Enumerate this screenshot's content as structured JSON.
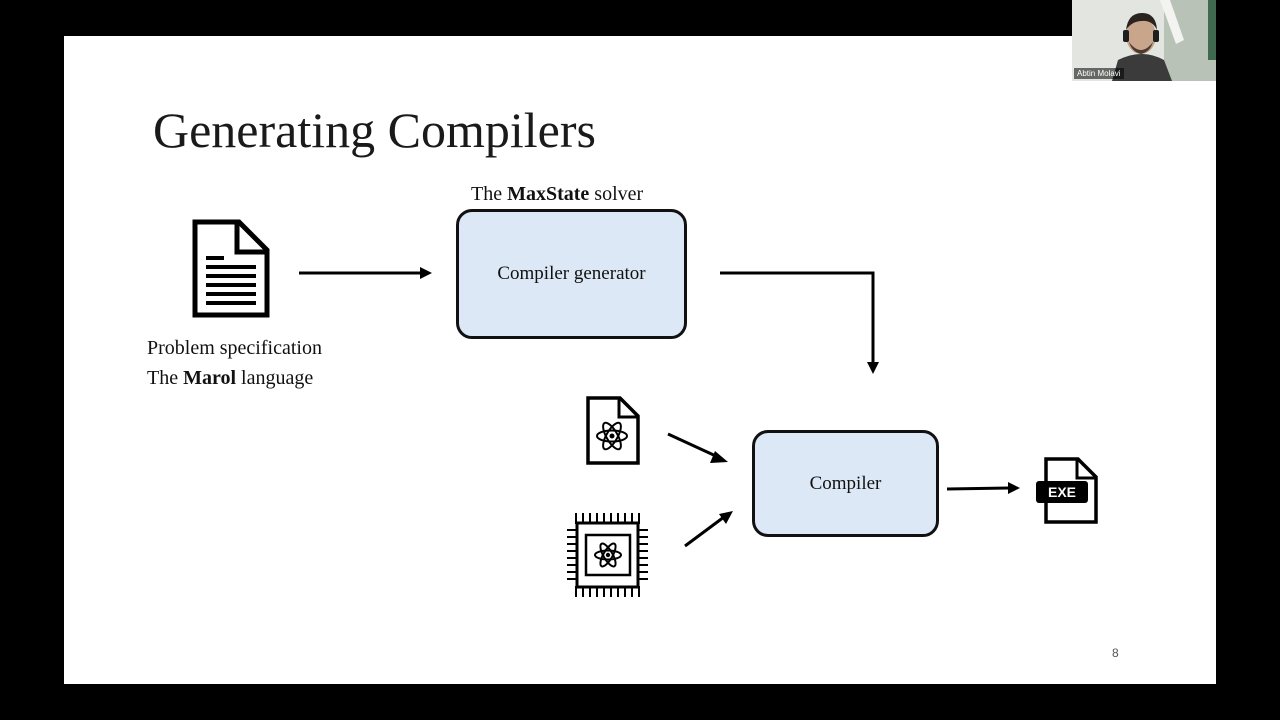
{
  "slide": {
    "title": "Generating Compilers",
    "solver_caption": {
      "prefix": "The ",
      "bold": "MaxState",
      "suffix": " solver"
    },
    "spec_caption_line1": "Problem specification",
    "spec_caption_line2": {
      "prefix": "The ",
      "bold": "Marol",
      "suffix": " language"
    },
    "generator_label": "Compiler generator",
    "compiler_label": "Compiler",
    "exe_label": "EXE",
    "page_number": "8",
    "icons": [
      "document-icon",
      "quantum-document-icon",
      "quantum-chip-icon",
      "exe-file-icon"
    ],
    "box_fill_color": "#dce8f5"
  },
  "webcam": {
    "participant_name": "Abtin Molavi"
  }
}
